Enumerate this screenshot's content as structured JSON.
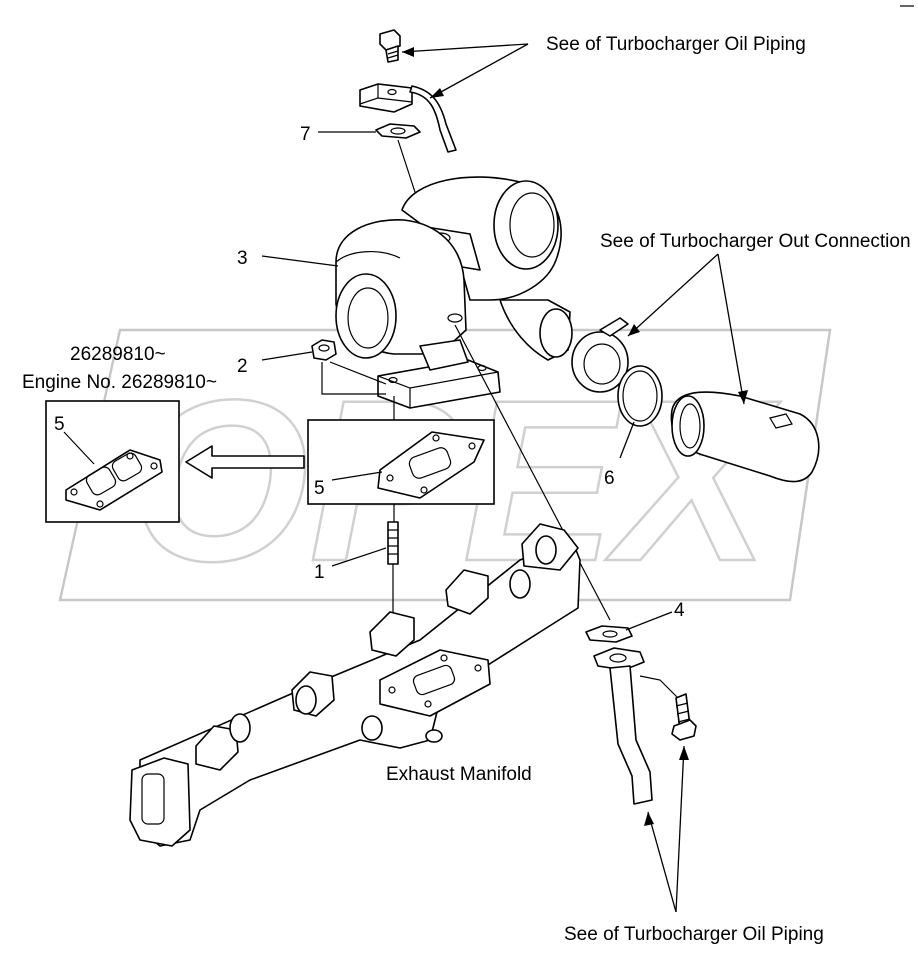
{
  "labels": {
    "oil_piping_top": "See of Turbocharger Oil Piping",
    "out_connection": "See of Turbocharger Out Connection",
    "serial": "26289810~",
    "engine_no": "Engine No. 26289810~",
    "exhaust_manifold": "Exhaust Manifold",
    "oil_piping_bottom": "See of Turbocharger Oil Piping"
  },
  "callouts": {
    "stud": "1",
    "nut": "2",
    "turbocharger": "3",
    "gasket_drain": "4",
    "gasket_turbo": "5",
    "gasket_turbo_new": "5",
    "o_ring": "6",
    "gasket_oil_inlet": "7"
  },
  "watermark": "OPEX"
}
